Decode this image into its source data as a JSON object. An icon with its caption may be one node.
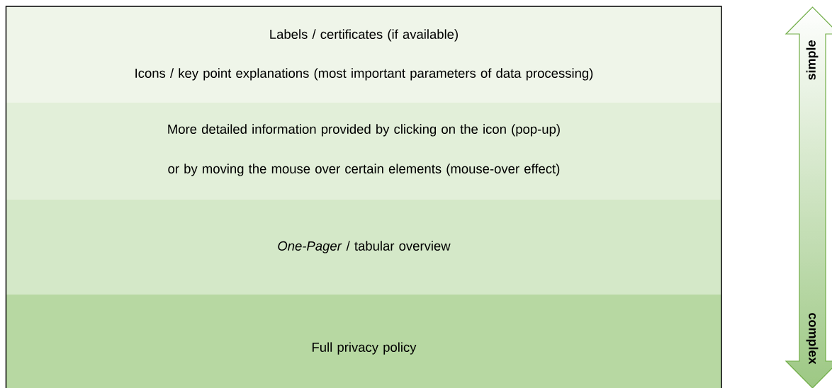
{
  "diagram": {
    "nodes": [
      {
        "text": [
          "Labels / certificates (if available)",
          "Icons / key point explanations (most important parameters of data processing)"
        ]
      },
      {
        "text": [
          "More detailed information provided by clicking on the icon (pop-up) or by moving the mouse over certain elements (mouse-over effect)"
        ]
      },
      {
        "text": [
          "*One-Pager* / tabular overview"
        ]
      },
      {
        "text": [
          "Full privacy policy"
        ]
      }
    ],
    "labels": [
      "simple",
      "complex"
    ]
  }
}
